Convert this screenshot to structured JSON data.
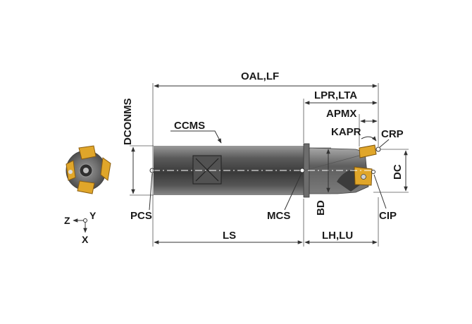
{
  "labels": {
    "oal_lf": "OAL,LF",
    "lpr_lta": "LPR,LTA",
    "apmx": "APMX",
    "kapr": "KAPR",
    "crp": "CRP",
    "dconms": "DCONMS",
    "ccms": "CCMS",
    "dc": "DC",
    "pcs": "PCS",
    "mcs": "MCS",
    "bd": "BD",
    "cip": "CIP",
    "ls": "LS",
    "lh_lu": "LH,LU",
    "axis_z": "Z",
    "axis_y": "Y",
    "axis_x": "X"
  },
  "colors": {
    "body_dark": "#3d3d3d",
    "body_mid": "#7a7a7a",
    "body_light": "#a9a9a9",
    "insert_gold": "#e0a62a",
    "insert_dark": "#b7801a",
    "line": "#333333"
  }
}
